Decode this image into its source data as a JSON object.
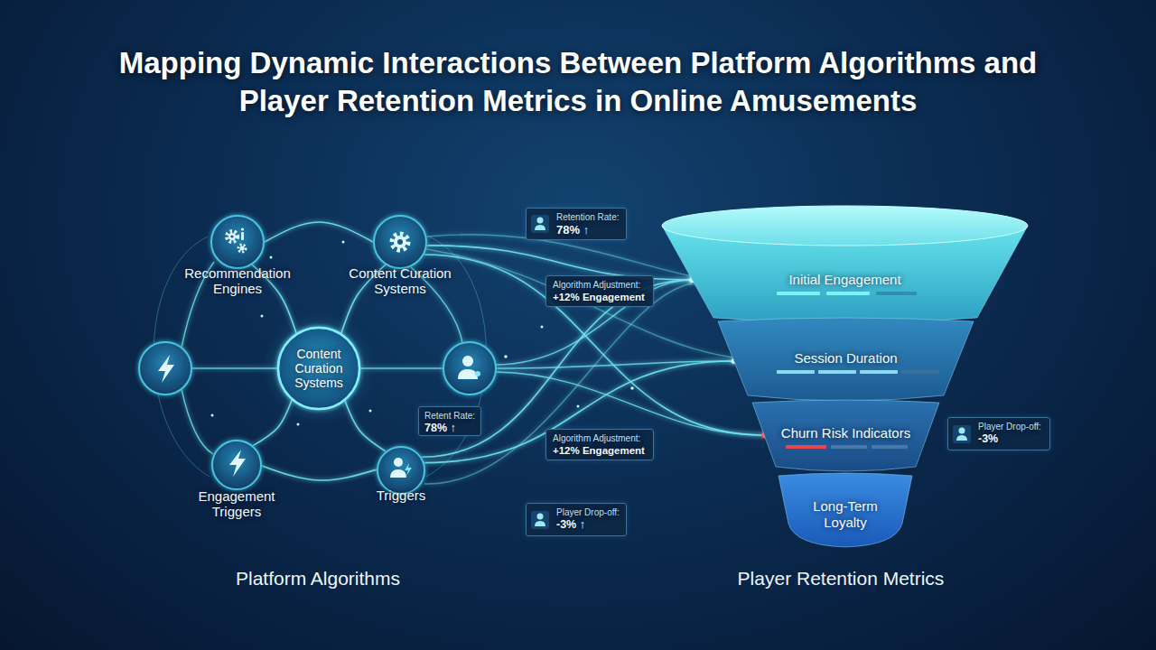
{
  "diagram": {
    "title": "Mapping Dynamic Interactions Between Platform Algorithms and Player Retention Metrics in Online Amusements",
    "nodes": [
      {
        "text": [
          "Recommendation Engines"
        ]
      },
      {
        "text": [
          "Content Curation Systems"
        ]
      },
      {
        "text": [
          "Retention Rate:",
          "78% ↑"
        ]
      },
      {
        "text": [
          "Algorithm Adjustment:",
          "+12% Engagement"
        ]
      },
      {
        "text": [
          "Initial Engagement"
        ]
      },
      {
        "text": [
          "Content Curation Systems"
        ]
      },
      {
        "text": [
          "Session Duration"
        ]
      },
      {
        "text": [
          "Retent Rate:",
          "78% ↑"
        ]
      },
      {
        "text": [
          "Churn Risk Indicators"
        ]
      },
      {
        "text": [
          "Player Drop-off:",
          "-3%"
        ]
      },
      {
        "text": [
          "Algorithm Adjustment:",
          "+12% Engagement"
        ]
      },
      {
        "text": [
          "Engagement Triggers"
        ]
      },
      {
        "text": [
          "Triggers"
        ]
      },
      {
        "text": [
          "Long-Term Loyalty"
        ]
      },
      {
        "text": [
          "Player Drop-off:",
          "-3% ↑"
        ]
      }
    ],
    "edges": [
      {
        "from": 0,
        "to": 1,
        "arrow": "none"
      },
      {
        "from": 0,
        "to": 5,
        "arrow": "none"
      },
      {
        "from": 1,
        "to": 5,
        "arrow": "none"
      },
      {
        "from": 5,
        "to": 11,
        "arrow": "none"
      },
      {
        "from": 5,
        "to": 12,
        "arrow": "none"
      },
      {
        "from": 11,
        "to": 12,
        "arrow": "none"
      },
      {
        "from": 1,
        "to": 4,
        "arrow": "none"
      },
      {
        "from": 1,
        "to": 8,
        "arrow": "none"
      },
      {
        "from": 12,
        "to": 4,
        "arrow": "none"
      },
      {
        "from": 12,
        "to": 6,
        "arrow": "none"
      }
    ],
    "labels": [
      "Platform Algorithms",
      "Player Retention Metrics"
    ]
  }
}
